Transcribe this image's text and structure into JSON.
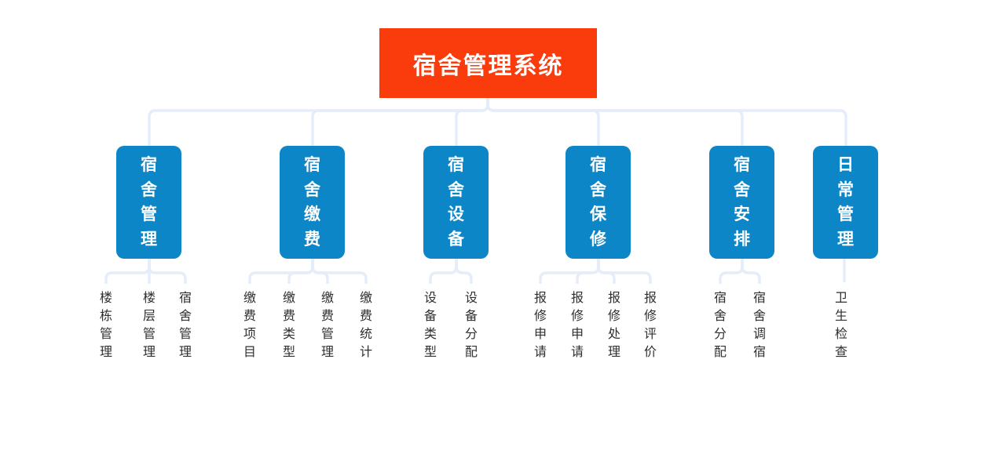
{
  "root": {
    "title": "宿舍管理系统"
  },
  "branches": [
    {
      "title": "宿舍管理",
      "children": [
        "楼栋管理",
        "楼层管理",
        "宿舍管理"
      ]
    },
    {
      "title": "宿舍缴费",
      "children": [
        "缴费项目",
        "缴费类型",
        "缴费管理",
        "缴费统计"
      ]
    },
    {
      "title": "宿舍设备",
      "children": [
        "设备类型",
        "设备分配"
      ]
    },
    {
      "title": "宿舍保修",
      "children": [
        "报修申请",
        "报修申请",
        "报修处理",
        "报修评价"
      ]
    },
    {
      "title": "宿舍安排",
      "children": [
        "宿舍分配",
        "宿舍调宿"
      ]
    },
    {
      "title": "日常管理",
      "children": [
        "卫生检查"
      ]
    }
  ],
  "colors": {
    "root_bg": "#fa3b0c",
    "branch_bg": "#0d86c8",
    "connector": "#e4edf8",
    "root_text": "#ffffff",
    "branch_text": "#ffffff",
    "leaf_text": "#2f2f2f",
    "page_bg": "#ffffff"
  }
}
